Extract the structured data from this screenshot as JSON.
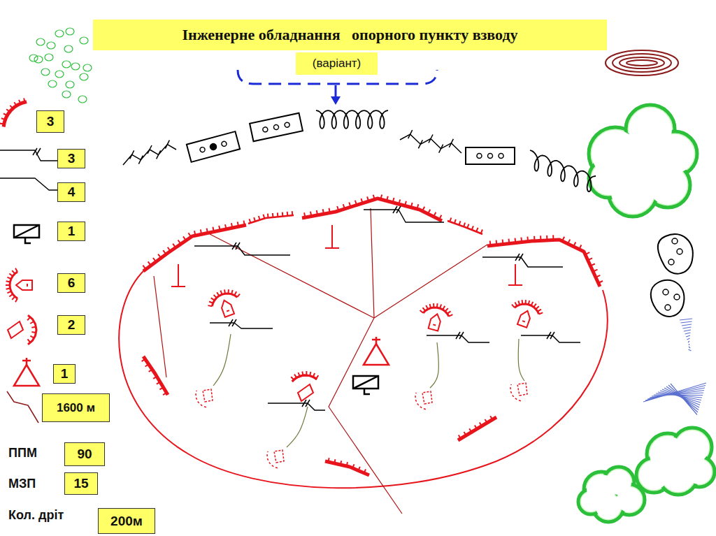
{
  "diagram": {
    "title": "Інженерне обладнання   опорного пункту взводу",
    "nodes": [
      {
        "text": [
          "Інженерне обладнання   опорного пункту взводу"
        ]
      },
      {
        "text": [
          "(варіант)"
        ]
      },
      {
        "text": [
          "3"
        ]
      },
      {
        "text": [
          "3"
        ]
      },
      {
        "text": [
          "4"
        ]
      },
      {
        "text": [
          "1"
        ]
      },
      {
        "text": [
          "6"
        ]
      },
      {
        "text": [
          "2"
        ]
      },
      {
        "text": [
          "1"
        ]
      },
      {
        "text": [
          "1600 м"
        ]
      },
      {
        "text": [
          "90"
        ]
      },
      {
        "text": [
          "15"
        ]
      },
      {
        "text": [
          "200м"
        ]
      }
    ],
    "labels": [
      "ППМ",
      "МЗП",
      "Кол. дріт"
    ]
  }
}
